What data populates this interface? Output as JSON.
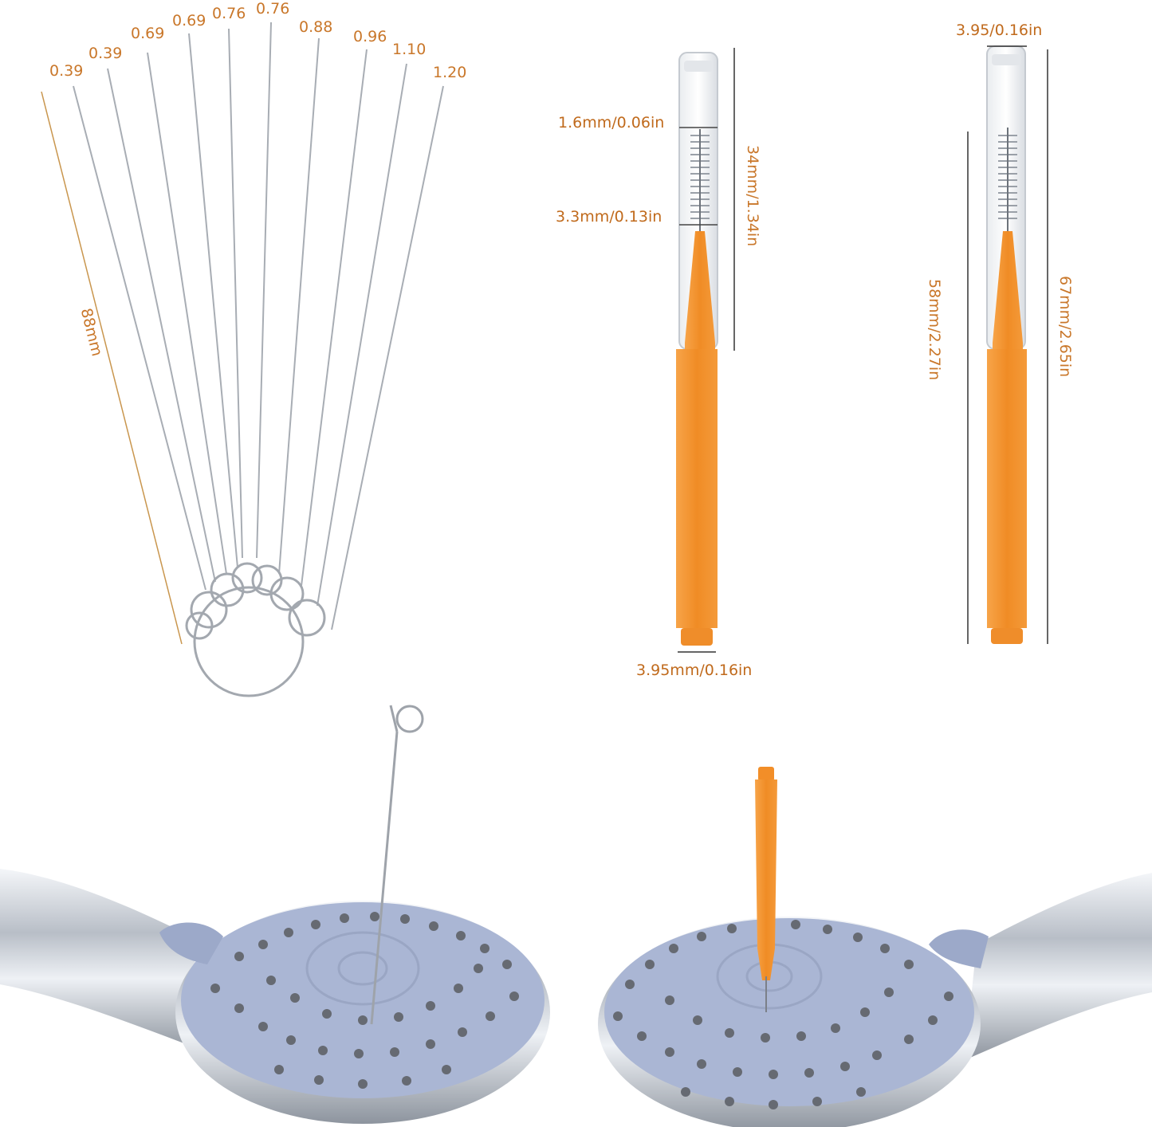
{
  "colors": {
    "accent_label": "#c9772a",
    "brush_orange": "#f39a3c",
    "shower_face": "#aab6d4",
    "nozzle": "#666a72",
    "chrome": "#c7ccd3"
  },
  "needles": {
    "gauge_labels": [
      "0.39",
      "0.39",
      "0.69",
      "0.69",
      "0.76",
      "0.76",
      "0.88",
      "0.96",
      "1.10",
      "1.20"
    ],
    "length_label": "88mm"
  },
  "brush_left": {
    "tip_label": "1.6mm/0.06in",
    "base_label": "3.3mm/0.13in",
    "bristle_length_label": "34mm/1.34in",
    "handle_width_label": "3.95mm/0.16in"
  },
  "brush_right": {
    "cap_width_label": "3.95/0.16in",
    "brush_length_label": "58mm/2.27in",
    "total_length_label": "67mm/2.65in"
  }
}
